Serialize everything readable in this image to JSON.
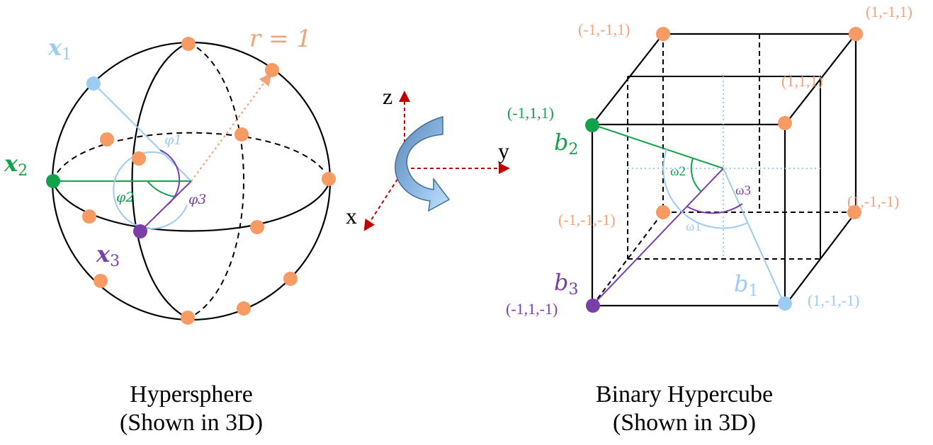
{
  "colors": {
    "orange": "#F4A27A",
    "orange_dot": "#F79A63",
    "light_blue": "#9CCBF3",
    "green": "#12A24B",
    "purple": "#7A3FA6",
    "dark_red": "#C00000",
    "arrow_fill": "#6F9CC9",
    "black": "#000000"
  },
  "sphere": {
    "radius_label": "r = 1",
    "x1": {
      "base": "x",
      "sub": "1"
    },
    "x2": {
      "base": "x",
      "sub": "2"
    },
    "x3": {
      "base": "x",
      "sub": "3"
    },
    "phi1": "φ1",
    "phi2": "φ2",
    "phi3": "φ3",
    "caption_line1": "Hypersphere",
    "caption_line2": "(Shown in 3D)"
  },
  "axes": {
    "z": "z",
    "y": "y",
    "x": "x",
    "rotation_icon": "curved-arrow-icon"
  },
  "cube": {
    "corners": {
      "m1m11": "(-1,-1,1)",
      "1m11": "(1,-1,1)",
      "111": "(1,1,1)",
      "m111": "(-1,1,1)",
      "m1m1m1": "(-1,-1,-1)",
      "1m1m1": "(1,-1,-1)",
      "m11m1": "(-1,1,-1)",
      "1m1m1_front": "(1,-1,-1)"
    },
    "b1": {
      "base": "b",
      "sub": "1"
    },
    "b2": {
      "base": "b",
      "sub": "2"
    },
    "b3": {
      "base": "b",
      "sub": "3"
    },
    "omega1": "ω1",
    "omega2": "ω2",
    "omega3": "ω3",
    "caption_line1": "Binary Hypercube",
    "caption_line2": "(Shown in 3D)"
  }
}
